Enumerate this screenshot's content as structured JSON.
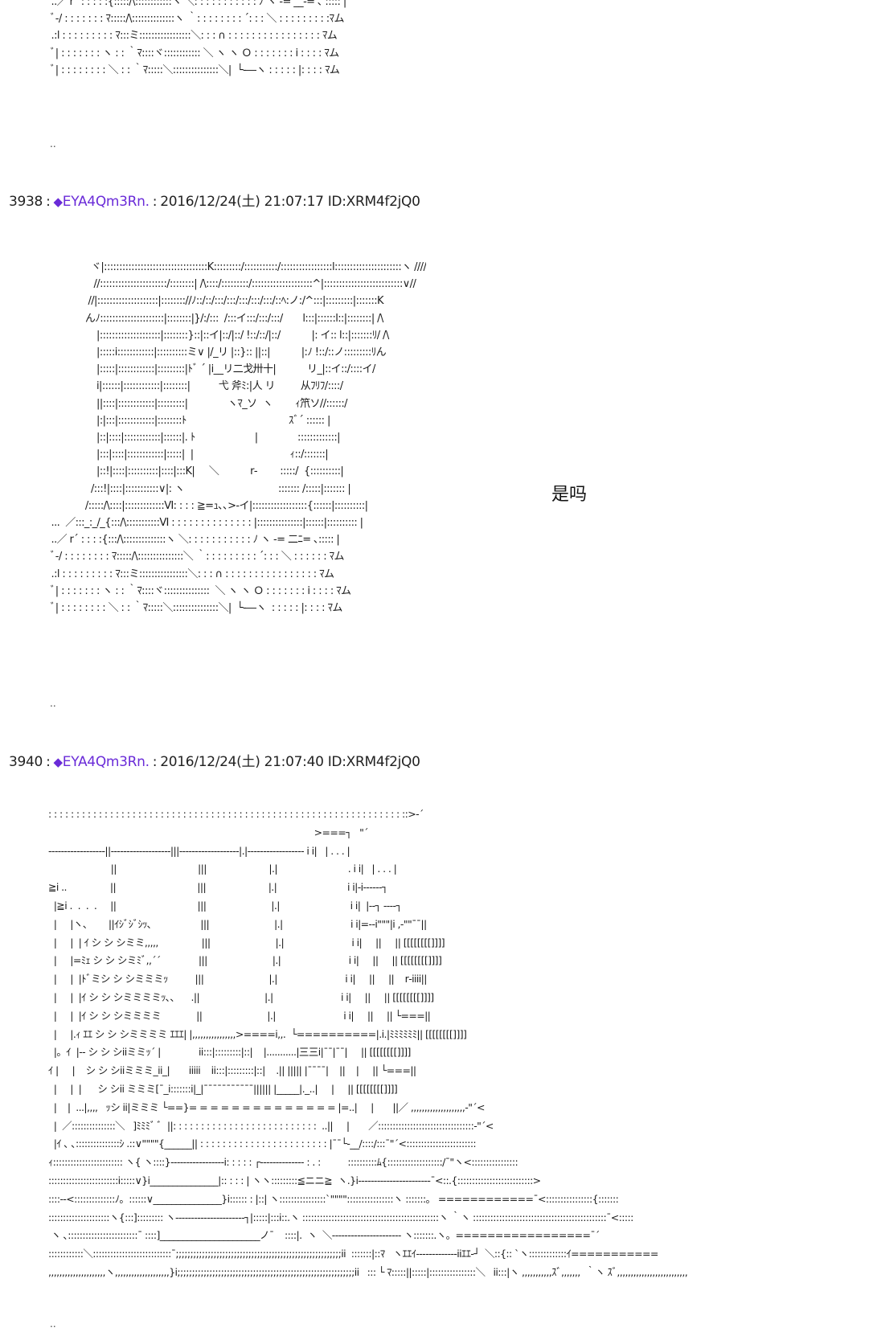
{
  "posts": [
    {
      "number": "3938",
      "separator": ":",
      "name_mark": "◆",
      "tripcode": "EYA4Qm3Rn.",
      "meta": "2016/12/24(土) 21:07:17 ID:XRM4f2jQ0"
    },
    {
      "number": "3940",
      "separator": ":",
      "name_mark": "◆",
      "tripcode": "EYA4Qm3Rn.",
      "meta": "2016/12/24(土) 21:07:40 ID:XRM4f2jQ0"
    }
  ],
  "caption": "是吗",
  "spacer_dots": "..",
  "art": {
    "top": " ..／ r´ : : : : :{:::::/\\::::::::::::ヽ ＼: : : : : : : : : : : ﾉ ヽ -= __-= ､ ::::: |\n ﾞ‐/ : : : : : : : ﾏ:::::/\\::::::::::::::ヽ ｀: : : : : : : : ´: : : ＼ : : : : : : : : :ﾏム\n .:l : : : : : : : : : ﾏ:::ミ:::::::::::::::::＼: : : ∩ : : : : : : : : : : : : : : : : ﾏム\n ﾞ| : : : : : : : ヽ : : ｀ﾏ::::ヾ:::::::::::: ＼ ヽ ヽ Ｏ : : : : : : : i : : : : ﾏム\n ﾞ| : : : : : : : : ＼ : : ｀ﾏ:::::＼:::::::::::::::＼|  └-―ヽ : : : : : |: : : : ﾏム",
    "mid": "               ヾ|::::::::::::::::::::::::::::::::::K:::::::::/:::::::::::/:::::::::::::::::l::::::::::::::::::::::ヽ ////\n                //::::::::::::::::::::::/::::::::| /\\::::/:::::::::/::::::::::::::::::::^|::::::::::::::::::::::::::∨//\n              //|::::::::::::::::::::|:::::::://ﾉ::/::/:::/:::/:::/:::/:::/::ﾍ:ノ:/^:::|:::::::::|:::::::K\n             んﾉ:::::::::::::::::::::|::::::::|}/:/:::  /:::イ:::/:::/:::/       l:::|::::::l::|::::::::| /\\\n                 |::::::::::::::::::::|::::::::}::|::イ|::/|::/ !::/::/|::/           |: イ:: l::|:::::::ﾘ/ /\\\n                 |:::::i::::::::::::|::::::::::ミ∨ |/_リ |::}:: ||::|           |:ﾉ !::/::ノ:::::::::ﾘん\n                 |:::::|::::::::::::|:::::::::|ﾄﾞ ´ |i__リ二戈卅十|           リ_|::イ::/::::イ/\n                 i|::::::|::::::::::::|::::::::|          弋 斧ﾐ:|人 リ         从ﾌﾘﾌ/::::/\n                 ||::::|::::::::::::|:::::::::|              ヽﾏ_ソ  ヽ        ｨ笊ソ//::::::/\n                 |:|:::|::::::::::::|::::::::ﾄ                                    ｽﾞ´ :::::: |\n                 |::|::::|::::::::::::|::::::|. ﾄ                     |              :::::::::::::|\n                 |:::|::::|::::::::::::|:::::|  |                                  ｨ::/:::::::|\n                 |::!|::::|::::::::::|::::|:::K|     ＼           r‐        :::::/  {::::::::::|\n               /:::!|::::|:::::::::::∨|: ヽ                                 ::::::: /:::::|::::::: |\n             /:::::/\\::::|:::::::::::::Ⅵ: : : : ≧=ｭ､､>‐イ|::::::::::::::::::{::::::|::::::::::|\n ...  ／:::_:_/_{:::/\\:::::::::::Ⅵ : : : : : : : : : : : : : : |:::::::::::::::|::::::|:::::::::: |\n ..／ r´ : : : :{:::/\\::::::::::::::ヽ ＼: : : : : : : : : : : ﾉ ヽ -= 二ﾆ= ､::::: |\n ﾞ‐/ : : : : : : : : ﾏ:::::/\\:::::::::::::::＼ ｀: : : : : : : : : ´: : : ＼ : : : : : : ﾏム\n .:l : : : : : : : : : ﾏ:::ミ::::::::::::::::＼: : : ∩ : : : : : : : : : : : : : : : : ﾏム\n ﾞ| : : : : : : : ヽ : : ｀ﾏ::::ヾ:::::::::::::::  ＼ ヽ ヽ Ｏ : : : : : : : i : : : : ﾏム\n ﾞ| : : : : : : : : ＼ : : ｀ﾏ:::::＼:::::::::::::::＼|  └-―ヽ  : : : : : |: : : : ﾏム",
    "bot": ": : : : : : : : : : : : : : : : : : : : : : : : : : : : : : : : : : : : : : : : : : : : : : : : : : : : : : : : : : : : : : : ::>‐´\n                                                                                                  >===┐   \"´\n‐‐‐‐‐‐‐‐‐‐‐‐‐‐‐‐‐‐||‐‐‐‐‐‐‐‐‐‐‐‐‐‐‐‐‐‐‐|||‐‐‐‐‐‐‐‐‐‐‐‐‐‐‐‐‐‐‐|.|‐‐‐‐‐‐‐‐‐‐‐‐‐‐‐‐‐‐ i i|   | . . . |\n                       ||                              |||                       |.|                          . i i|   | . . . |\n≧i ..                ||                              |||                       |.|                          i i|‐i‐‐‐‐‐‐┐\n  |≧i .  .  .  .     ||                              |||                        |.|                          i i|  |‐‐┐ ‐‐‐‐┐\n  |     |ヽ、      ||ｲｼﾞｼﾞｼｯ､                  |||                        |.|                         i i|=‐‐i\"\"\"|i ,‐\"\"¯¯||\n  |     |  | ｲ シ シ シミミ,,,,,                |||                        |.|                         i i|     ||     || [[[[[[[[]]]]\n  |     |=ﾐｪ シ シ シミﾐﾞ,,´´              |||                        |.|                         i i|     ||     || [[[[[[[[]]]]\n  |     |  |ﾄﾞミシ シ シミミミｯ          |||                        |.|                         i i|     ||     ||    r‐iiii||\n  |     |  |ｲ シ シ シミミミミｯ､､      .||                        |.|                         i i|     ||     || [[[[[[[[]]]]\n  |     |  |ｲ シ シ シミミミミ             ||                        |.|                         i i|     ||     || └===||\n  |     |.ｨ ｴｴ シ シ シミミミミ ｴｴｴ| |,,,,,,,,,,,,,,,,>====i,,.  └==========|.i.|ﾐﾐﾐﾐﾐﾐ|| [[[[[[[[]]]]\n  |。ｲ  |‐‐ シ シ シiiミミｯ´ |              ii:::|:::::::::|::|    |...........|三三i|¯¯|¯¯|     || [[[[[[[[]]]]\nｲ |     |    シ シ シiiミミミ_ii_|       iiiii    ii:::|:::::::::|::|    .|| ||||| |¯¯¯¯|    ||    |     || └===||\n  |     |  |      シ シii ミミミ[¯_i:::::::i|_|¯¯¯¯¯¯¯¯¯¯¯|||||| |_____|._..|     |     || [[[[[[[[]]]]\n  |    |  ...|,,,,   ｯシ ii|ミミミ └==}= = = = = = = = = = = = = = |=..|     |       ||／ ,,,,,,,,,,,,,,,,,,,,‐\"´<\n  |  ／:::::::::::::::＼   ]ﾐﾐﾐﾞ ﾞ  ||: : : : : : : : : : : : : : : : : : : : : : : : : :  ..||     |       ／:::::::::::::::::::::::::::::::::‐\"´<\n  |ｲ ､ ､:::::::::::::::ｼ .::∨\"\"\"\"{______|| : : : : : : : : : : : : : : : : : : : : : : : |¯¯└‐__/::::/:::¯\"´<::::::::::::::::::::::::\nｨ:::::::::::::::::::::::: ヽ{ ヽ::::}‐‐‐‐‐‐‐‐‐‐‐‐‐‐‐‐‐i: : : : : ┌‐‐‐‐‐‐‐‐‐‐‐‐‐‐ : . :          ::::::::::ﾑ{:::::::::::::::::::/¯\"ヽ<::::::::::::::::\n::::::::::::::::::::::::i:::::∨}i_______________|:: : : : | ヽヽ:::::::::≦ニニ≧  ヽ.}i‐‐‐‐‐‐‐‐‐‐‐‐‐‐‐‐‐‐‐‐‐‐‐¯<::.{::::::::::::::::::::::::::>\n::::‐‐<::::::::::::::ﾉ。::::::∨_______________}i:::::: : |::| ヽ::::::::::::::::`\"\"\"\"::::::::::::::::ヽ :::::::。 ============¯<::::::::::::::::{:::::::\n:::::::::::::::::::::ヽ{:::]::::::::: ヽ‐‐‐‐‐‐‐‐‐‐‐‐‐‐‐‐‐‐‐‐‐‐┐|:::::|:::i::.ヽ :::::::::::::::::::::::::::::::::::::::::::::::ヽ ｀ヽ ::::::::::::::::::::::::::::::::::::::::::::::¯<:::::\n ヽ ､::::::::::::::::::::::::¯ ::::]______________________ノ¯    ::::|.  ヽ  ＼‐‐‐‐‐‐‐‐‐‐‐‐‐‐‐‐‐‐‐‐‐‐ ヽ:::::::.ヽ。=================¯´\n::::::::::::＼:::::::::::::::::::::::::::¯;;;;;;;;;;;;;;;;;;;;;;;;;;;;;;;;;;;;;;;;;;;;;;;;;;;;;;;;;ii  :::::::|::ﾏ   ヽｴｴｲ‐‐‐‐‐‐‐‐‐‐‐‐‐iiｴｴ‐┘  ＼::{:: `ヽ:::::::::::::ｲ===========\n,,,,,,,,,,,,,,,,,,,,,ヽ,,,,,,,,,,,,,,,,,,,,}i;;;;;;;;;;;;;;;;;;;;;;;;;;;;;;;;;;;;;;;;;;;;;;;;;;;;;;;;;;;;;ii   ::: └ ﾏ:::::||:::::|::::::::::::::::＼   ii:::|ヽ ,,,,,,,,,,,ｽﾞ,,,,,,,  ｀ヽ ｽﾞ,,,,,,,,,,,,,,,,,,,,,,,,,,"
  }
}
